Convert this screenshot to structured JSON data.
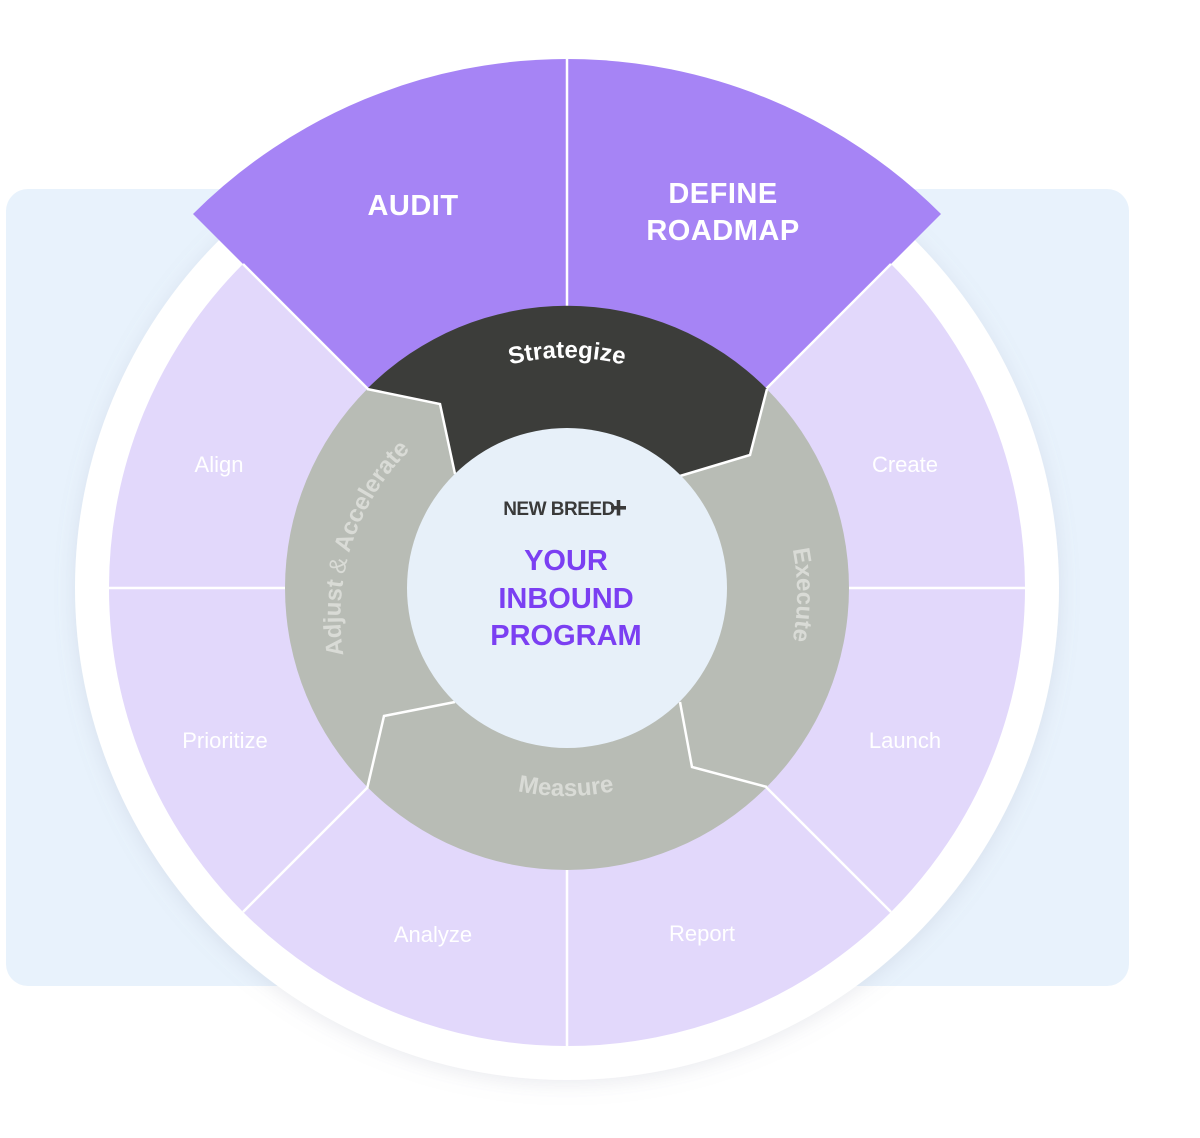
{
  "brand": "NEW BREED",
  "center_title": [
    "YOUR",
    "INBOUND",
    "PROGRAM"
  ],
  "highlighted_segments": {
    "audit": "AUDIT",
    "roadmap": [
      "DEFINE",
      "ROADMAP"
    ]
  },
  "outer_segments": {
    "create": "Create",
    "launch": "Launch",
    "report": "Report",
    "analyze": "Analyze",
    "prioritize": "Prioritize",
    "align": "Align"
  },
  "ring_phases": {
    "strategize": "Strategize",
    "execute": "Execute",
    "measure": "Measure",
    "adjust": "Adjust",
    "amp": "&",
    "accelerate": "Accelerate"
  },
  "colors": {
    "background_panel": "#e8f2fc",
    "outer_segment": "#e2d8fb",
    "highlight_segment": "#a684f5",
    "ring_gray": "#b8bcb5",
    "strategize_dark": "#3c3d3a",
    "center_fill": "#e7f0f9",
    "accent_purple": "#7b3ff2"
  }
}
